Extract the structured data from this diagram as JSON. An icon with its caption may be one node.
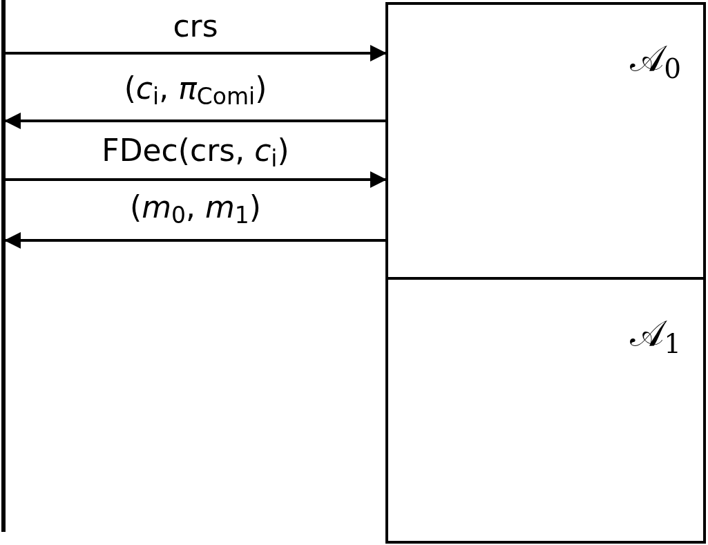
{
  "diagram": {
    "nodes": [
      {
        "text": [],
        "shape": "bar"
      },
      {
        "text": [
          "𝒜$_{0}$"
        ]
      },
      {
        "text": [
          "𝒜$_{1}$"
        ]
      }
    ],
    "edges": [
      {
        "from": 0,
        "to": 1,
        "arrow": "to",
        "label": "crs"
      },
      {
        "from": 1,
        "to": 0,
        "arrow": "to",
        "label": "(*c*$_{i}$, *π*$_{Comi}$)"
      },
      {
        "from": 0,
        "to": 1,
        "arrow": "to",
        "label": "FDec(crs, *c*$_{i}$)"
      },
      {
        "from": 1,
        "to": 0,
        "arrow": "to",
        "label": "(*m*$_{0}$, *m*$_{1}$)"
      }
    ]
  }
}
